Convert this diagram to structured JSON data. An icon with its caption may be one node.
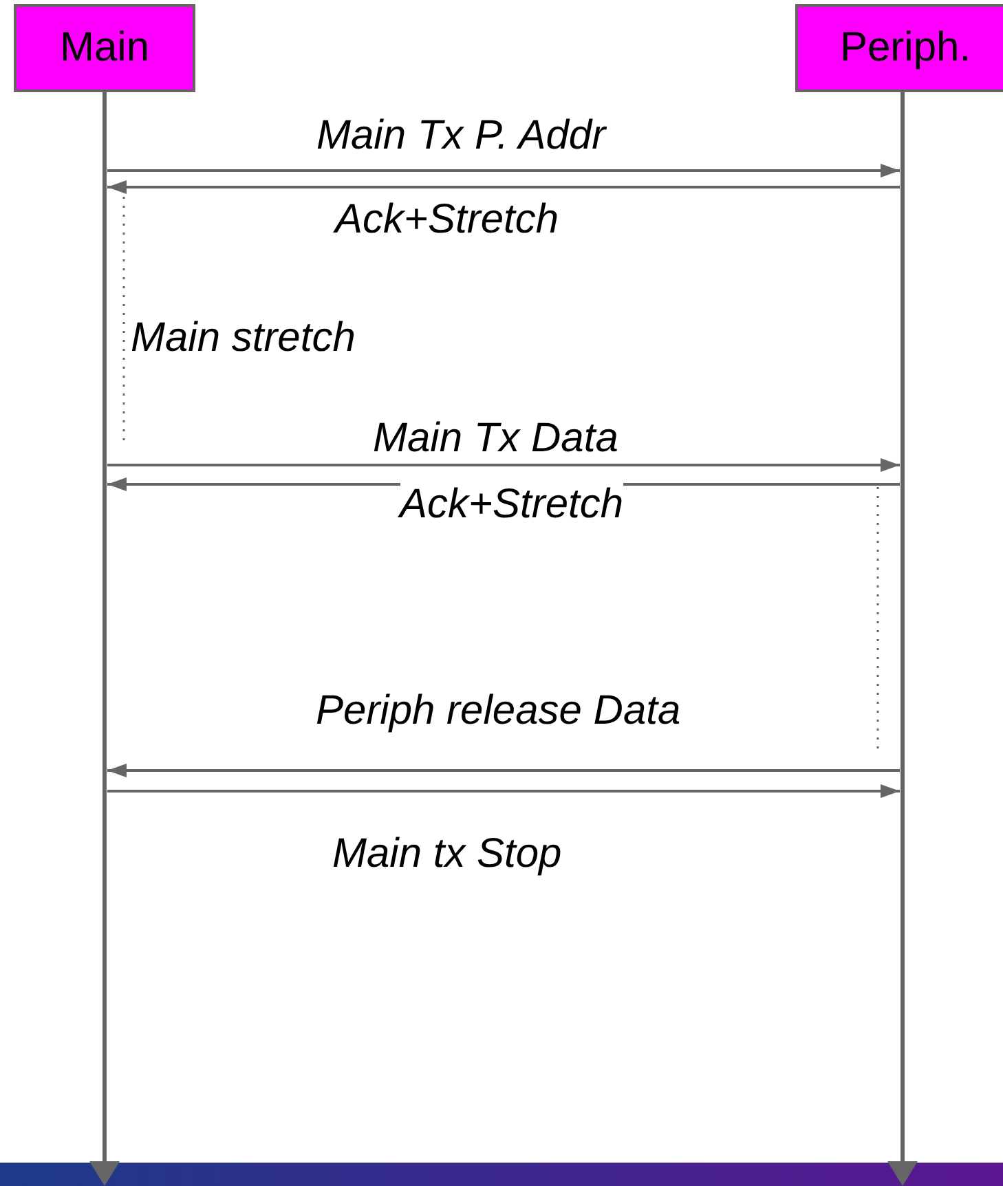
{
  "diagram": {
    "nodes": [
      {
        "text": [
          "Main"
        ]
      },
      {
        "text": [
          "Periph."
        ]
      }
    ],
    "edges": [
      {
        "from": 0,
        "to": 1,
        "arrow": "to",
        "label": "Main Tx P. Addr"
      },
      {
        "from": 1,
        "to": 0,
        "arrow": "to",
        "label": "Ack+Stretch"
      },
      {
        "from": 0,
        "to": 1,
        "arrow": "to",
        "label": "Main Tx Data"
      },
      {
        "from": 1,
        "to": 0,
        "arrow": "to",
        "label": "Ack+Stretch"
      },
      {
        "from": 1,
        "to": 0,
        "arrow": "to",
        "label": "Periph release Data"
      },
      {
        "from": 0,
        "to": 1,
        "arrow": "to",
        "label": "Main tx Stop"
      }
    ],
    "labels": [
      "Main stretch"
    ]
  }
}
